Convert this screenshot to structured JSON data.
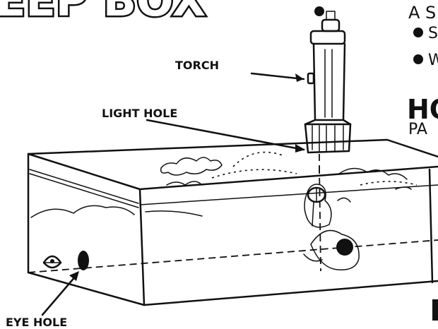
{
  "diagram": {
    "title_fragment": "EEP BOX",
    "side_heading_fragment": "HO",
    "side_text_fragments": [
      "A S",
      "S",
      "W",
      "PA"
    ],
    "labels": {
      "torch": "TORCH",
      "light_hole": "LIGHT HOLE",
      "eye_hole": "EYE HOLE"
    },
    "ink_color": "#111111",
    "paper_color": "#ffffff"
  }
}
